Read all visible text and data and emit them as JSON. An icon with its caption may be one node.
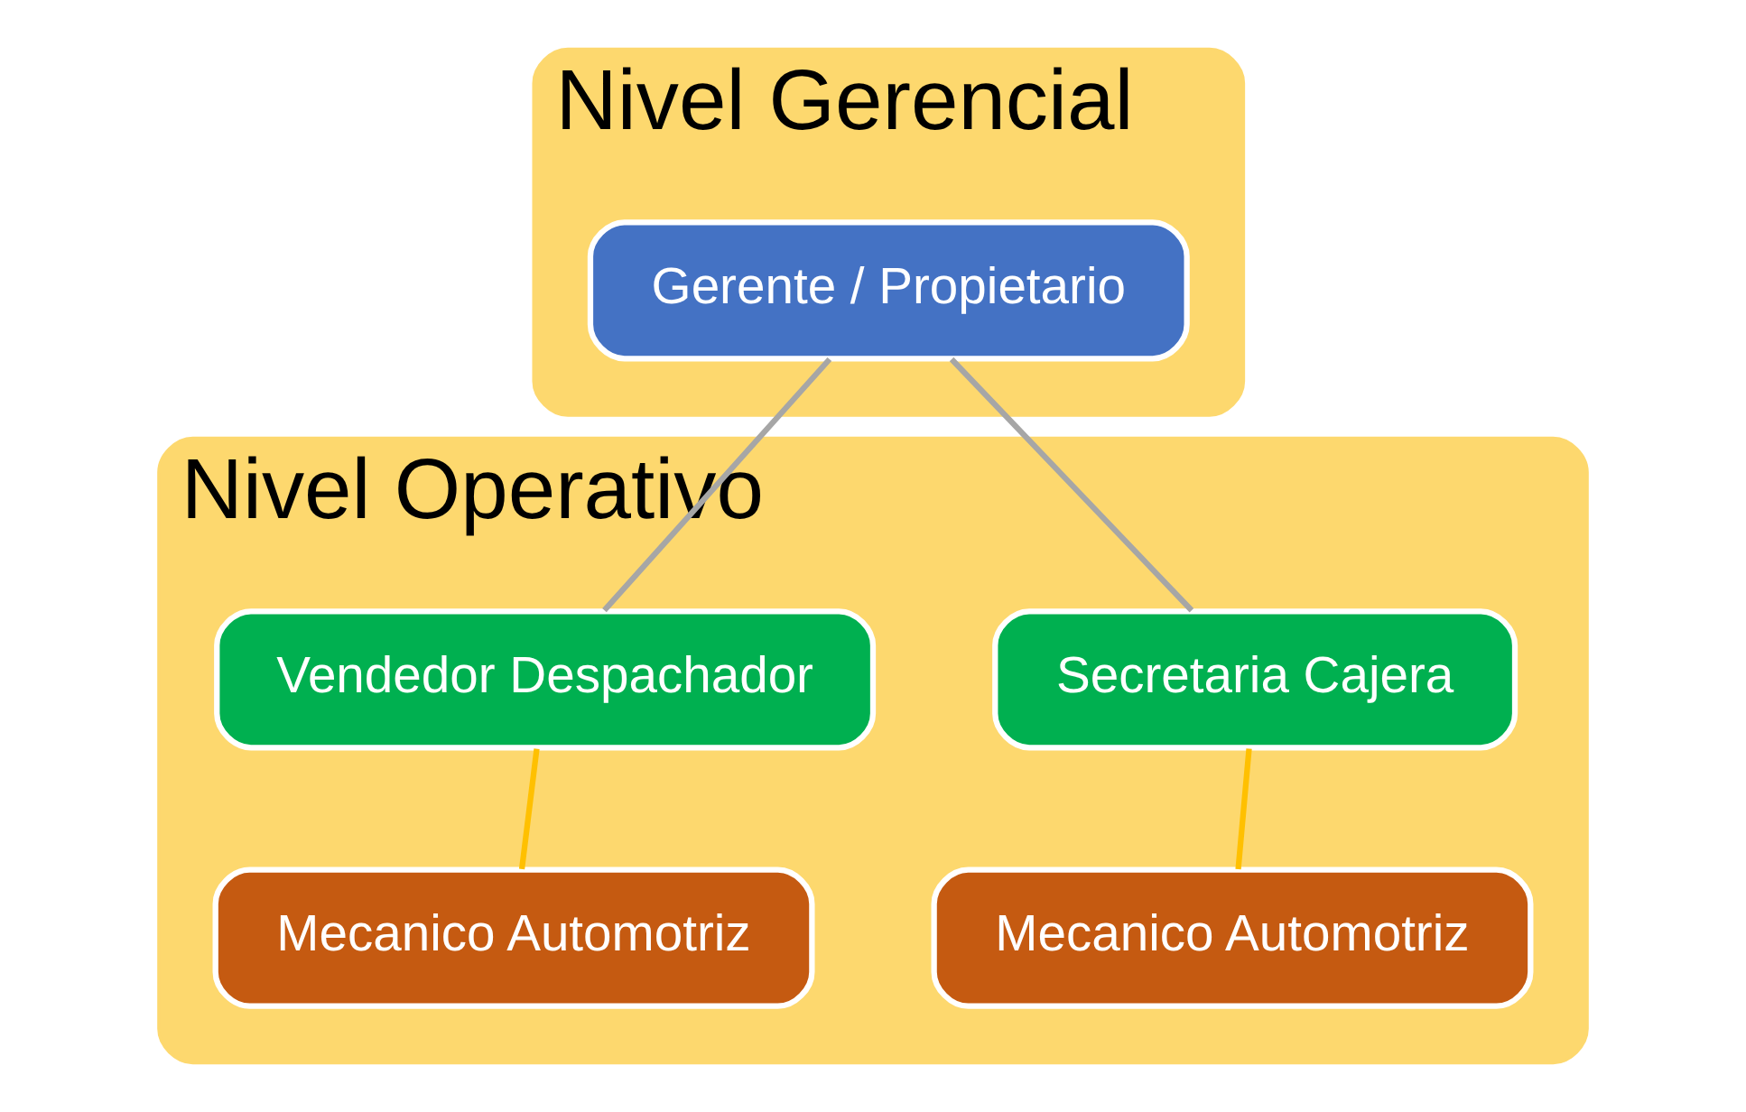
{
  "diagram": {
    "nodes": [
      {
        "text": [
          "Nivel Gerencial"
        ]
      },
      {
        "text": [
          "Gerente / Propietario"
        ],
        "in": 0
      },
      {
        "text": [
          "Nivel Operativo"
        ]
      },
      {
        "text": [
          "Secretaria Cajera"
        ],
        "in": 2
      },
      {
        "text": [
          "Vendedor Despachador"
        ],
        "in": 2
      },
      {
        "text": [
          "Mecanico Automotriz"
        ],
        "in": 2
      },
      {
        "text": [
          "Mecanico Automotriz"
        ],
        "in": 2
      }
    ],
    "edges": [
      {
        "from": 1,
        "to": 3,
        "arrow": "none",
        "color": "#a6a6a6"
      },
      {
        "from": 1,
        "to": 4,
        "arrow": "none",
        "color": "#a6a6a6"
      },
      {
        "from": 3,
        "to": 5,
        "arrow": "none",
        "color": "#ffc000"
      },
      {
        "from": 4,
        "to": 6,
        "arrow": "none",
        "color": "#ffc000"
      }
    ]
  }
}
